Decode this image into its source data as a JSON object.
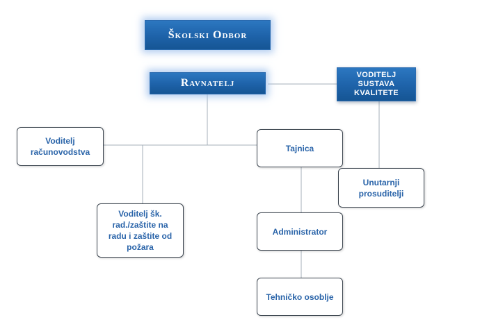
{
  "diagram": {
    "nodes": {
      "skolski_odbor": "Školski Odbor",
      "ravnatelj": "Ravnatelj",
      "voditelj_kvalitete": "VODITELJ SUSTAVA KVALITETE",
      "voditelj_racunovodstva": "Voditelj računovodstva",
      "tajnica": "Tajnica",
      "unutarnji_prosuditelji": "Unutarnji prosuditelji",
      "voditelj_zastite": "Voditelj šk. rad./zaštite na radu i zaštite od požara",
      "administrator": "Administrator",
      "tehnicko_osoblje": "Tehničko osoblje"
    },
    "colors": {
      "dark_node": "#1f64ab",
      "light_node_text": "#2a64a9",
      "light_node_border": "#3d4650",
      "connector": "#a4afba"
    }
  }
}
